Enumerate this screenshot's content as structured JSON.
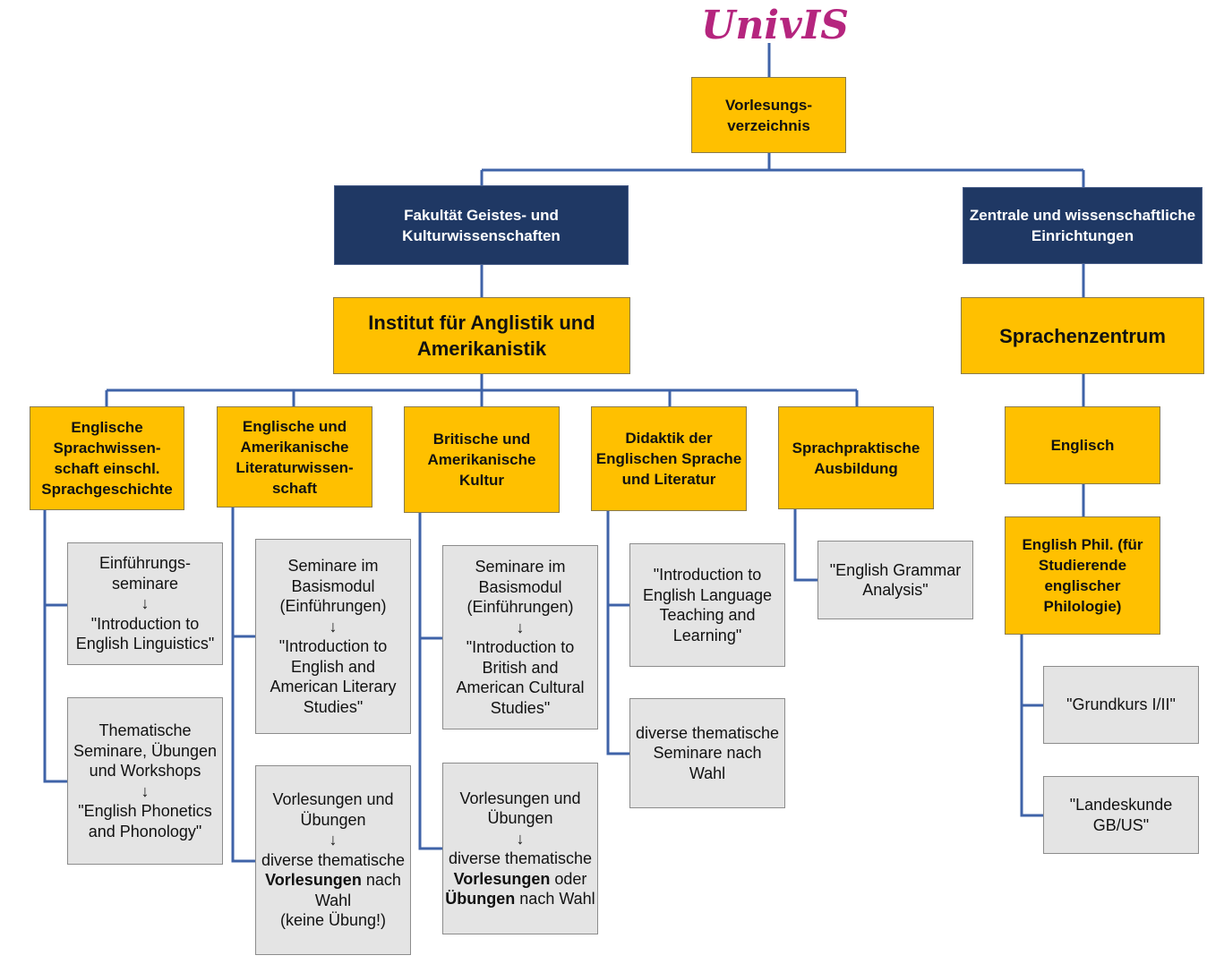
{
  "logo": "UnivIS",
  "root": [
    "Vorlesungs-",
    "verzeichnis"
  ],
  "faculty": [
    "Fakultät Geistes- und",
    "Kulturwissenschaften"
  ],
  "central": [
    "Zentrale und wissenschaftliche",
    "Einrichtungen"
  ],
  "institute": [
    "Institut für Anglistik und",
    "Amerikanistik"
  ],
  "language_center": "Sprachenzentrum",
  "english": "Englisch",
  "english_phil": [
    "English Phil. (für",
    "Studierende",
    "englischer",
    "Philologie)"
  ],
  "departments": [
    [
      "Englische",
      "Sprachwissen-",
      "schaft einschl.",
      "Sprachgeschichte"
    ],
    [
      "Englische und",
      "Amerikanische",
      "Literaturwissen-",
      "schaft"
    ],
    [
      "Britische und",
      "Amerikanische",
      "Kultur"
    ],
    [
      "Didaktik der",
      "Englischen Sprache",
      "und Literatur"
    ],
    [
      "Sprachpraktische",
      "Ausbildung"
    ]
  ],
  "courses": {
    "ling_intro": [
      "Einführungs-",
      "seminare",
      "↓",
      "\"Introduction to",
      "English Linguistics\""
    ],
    "ling_thematic": [
      "Thematische",
      "Seminare, Übungen",
      "und Workshops",
      "↓",
      "\"English Phonetics",
      "and Phonology\""
    ],
    "lit_basis": [
      "Seminare im",
      "Basismodul",
      "(Einführungen)",
      "↓",
      "\"Introduction to",
      "English and",
      "American Literary",
      "Studies\""
    ],
    "lit_lectures": {
      "l1": "Vorlesungen und",
      "l2": "Übungen",
      "arrow": "↓",
      "l3": "diverse thematische",
      "l4_bold": "Vorlesungen",
      "l4_rest": " nach",
      "l5": "Wahl",
      "l6": "(keine Übung!)"
    },
    "cult_basis": [
      "Seminare im",
      "Basismodul",
      "(Einführungen)",
      "↓",
      "\"Introduction to",
      "British and",
      "American Cultural",
      "Studies\""
    ],
    "cult_lectures": {
      "l1": "Vorlesungen und",
      "l2": "Übungen",
      "arrow": "↓",
      "l3": "diverse thematische",
      "l4_bold": "Vorlesungen",
      "l4_rest": " oder",
      "l5_bold": "Übungen",
      "l5_rest": " nach Wahl"
    },
    "did_intro": [
      "\"Introduction to",
      "English Language",
      "Teaching and",
      "Learning\""
    ],
    "did_thematic": [
      "diverse thematische",
      "Seminare nach",
      "Wahl"
    ],
    "grammar": [
      "\"English Grammar",
      "Analysis\""
    ],
    "grundkurs": [
      "\"Grundkurs I/II\""
    ],
    "landeskunde": [
      "\"Landeskunde",
      "GB/US\""
    ]
  },
  "colors": {
    "yellow": "#FFC000",
    "navy": "#1F3864",
    "grey": "#E4E4E4",
    "connector": "#3F63A8",
    "logo": "#B5257E"
  }
}
